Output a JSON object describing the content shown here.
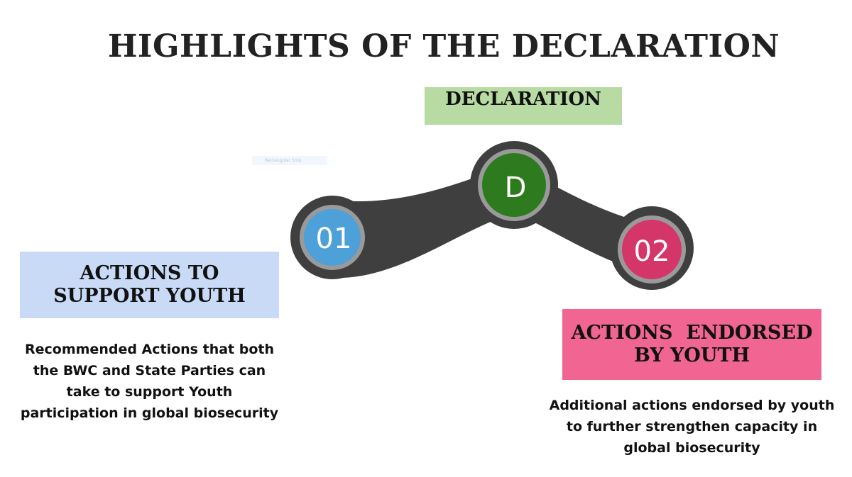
{
  "title": "HIGHLIGHTS OF THE DECLARATION",
  "declaration": {
    "heading": "DECLARATION",
    "node_label": "D",
    "node_color": "#2e7a1f"
  },
  "support": {
    "node_label": "01",
    "node_color": "#4da0d8",
    "heading": "ACTIONS TO SUPPORT YOUTH",
    "description": "Recommended Actions that both the BWC and State Parties can take to support Youth participation in global biosecurity",
    "box_color": "#c9daf6"
  },
  "endorsed": {
    "node_label": "02",
    "node_color": "#d43669",
    "heading": "ACTIONS  ENDORSED BY YOUTH",
    "description": "Additional actions endorsed by youth to further strengthen capacity in global biosecurity",
    "box_color": "#f06592"
  },
  "placeholder_text": "Rectangular Snip",
  "connector_color": "#3f3f3f",
  "ring_color": "#9a9a9a"
}
